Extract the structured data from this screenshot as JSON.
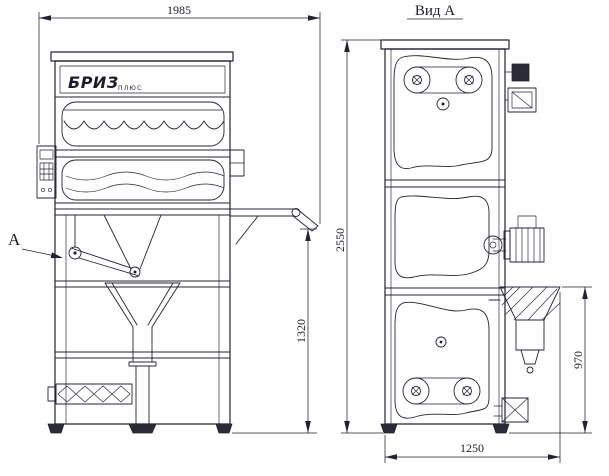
{
  "drawing": {
    "front_view": {
      "brand": "БРИЗ",
      "brand_sub": "ПЛЮС",
      "section_arrow_label": "А"
    },
    "side_view": {
      "title": "Вид А"
    },
    "dimensions": {
      "overall_width": "1985",
      "overall_height": "2550",
      "discharge_height": "1320",
      "hopper_height": "970",
      "overall_depth": "1250"
    },
    "colors": {
      "line": "#23232f",
      "background": "#ffffff"
    }
  }
}
